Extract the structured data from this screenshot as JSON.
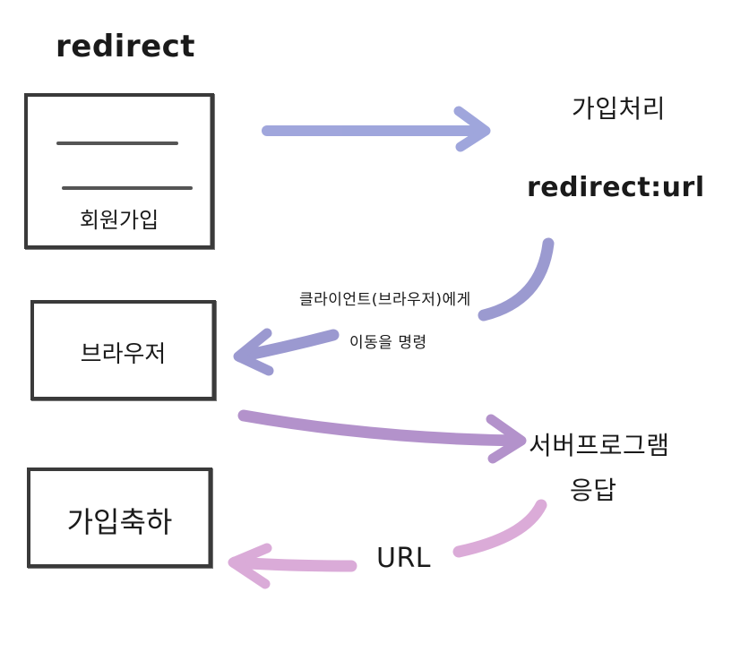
{
  "title": "redirect",
  "boxes": {
    "signup_form": {
      "label": "회원가입"
    },
    "browser": {
      "label": "브라우저"
    },
    "signup_done": {
      "label": "가입축하"
    }
  },
  "server": {
    "process": "가입처리",
    "redirect_url": "redirect:url",
    "program_line1": "서버프로그램",
    "program_line2": "응답"
  },
  "annotations": {
    "command_line1": "클라이언트(브라우저)에게",
    "command_line2": "이동을 명령",
    "url": "URL"
  },
  "colors": {
    "arrow_blue": "#8f97d6",
    "arrow_indigo": "#8a88c8",
    "arrow_purple": "#a67fc2",
    "arrow_pink": "#d7a2d4",
    "box_border": "#3a3a3a"
  }
}
